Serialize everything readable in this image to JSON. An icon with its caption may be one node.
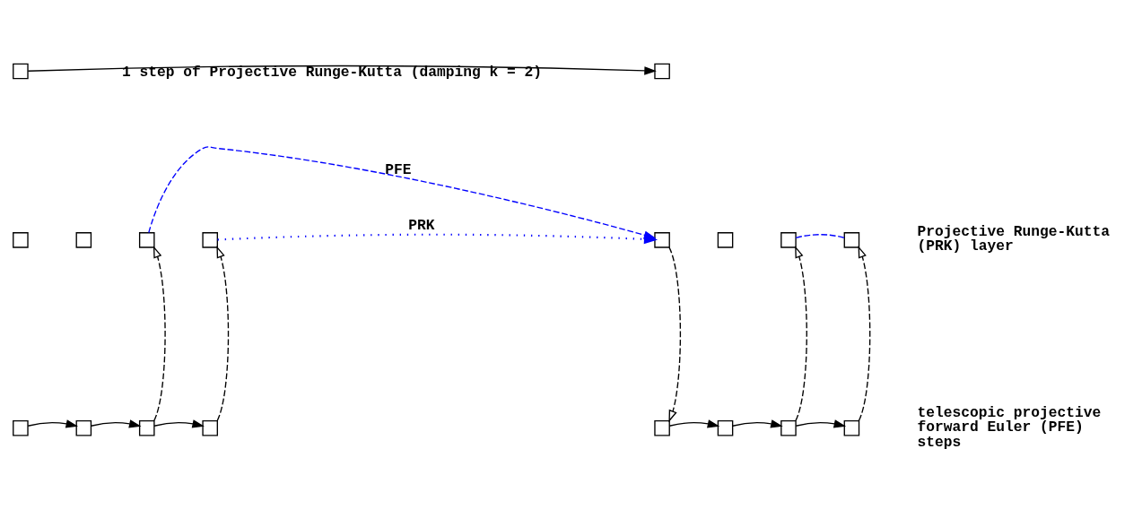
{
  "diagram": {
    "nodes": [
      {
        "text": [],
        "shape": "box"
      },
      {
        "text": [],
        "shape": "box"
      },
      {
        "text": [],
        "shape": "box"
      },
      {
        "text": [],
        "shape": "box"
      },
      {
        "text": [],
        "shape": "box"
      },
      {
        "text": [],
        "shape": "box"
      },
      {
        "text": [],
        "shape": "box"
      },
      {
        "text": [],
        "shape": "box"
      },
      {
        "text": [],
        "shape": "box"
      },
      {
        "text": [],
        "shape": "box"
      },
      {
        "text": [],
        "shape": "box"
      },
      {
        "text": [],
        "shape": "box"
      },
      {
        "text": [],
        "shape": "box"
      },
      {
        "text": [],
        "shape": "box"
      },
      {
        "text": [],
        "shape": "box"
      },
      {
        "text": [],
        "shape": "box"
      },
      {
        "text": [],
        "shape": "box"
      },
      {
        "text": [],
        "shape": "box"
      }
    ],
    "edges": [
      {
        "from": 0,
        "to": 1,
        "arrow": "to",
        "label": "1 step of Projective Runge-Kutta (damping k = 2)"
      },
      {
        "from": 4,
        "to": 6,
        "arrow": "to",
        "label": "PFE",
        "style": "dashed",
        "color": "#0000ff"
      },
      {
        "from": 5,
        "to": 6,
        "arrow": "to",
        "label": "PRK",
        "style": "dashed",
        "color": "#0000ff"
      },
      {
        "from": 8,
        "to": 9,
        "arrow": "none",
        "style": "dashed",
        "color": "#0000ff"
      },
      {
        "from": 10,
        "to": 11,
        "arrow": "to"
      },
      {
        "from": 11,
        "to": 12,
        "arrow": "to"
      },
      {
        "from": 12,
        "to": 13,
        "arrow": "to"
      },
      {
        "from": 14,
        "to": 15,
        "arrow": "to"
      },
      {
        "from": 15,
        "to": 16,
        "arrow": "to"
      },
      {
        "from": 16,
        "to": 17,
        "arrow": "to"
      },
      {
        "from": 12,
        "to": 4,
        "arrow": "to",
        "style": "dashed"
      },
      {
        "from": 13,
        "to": 5,
        "arrow": "to",
        "style": "dashed"
      },
      {
        "from": 6,
        "to": 14,
        "arrow": "to",
        "style": "dashed"
      },
      {
        "from": 16,
        "to": 8,
        "arrow": "to",
        "style": "dashed"
      },
      {
        "from": 17,
        "to": 9,
        "arrow": "to",
        "style": "dashed"
      }
    ],
    "labels": [
      "Projective Runge-Kutta (PRK) layer",
      "telescopic projective forward Euler (PFE) steps"
    ]
  }
}
